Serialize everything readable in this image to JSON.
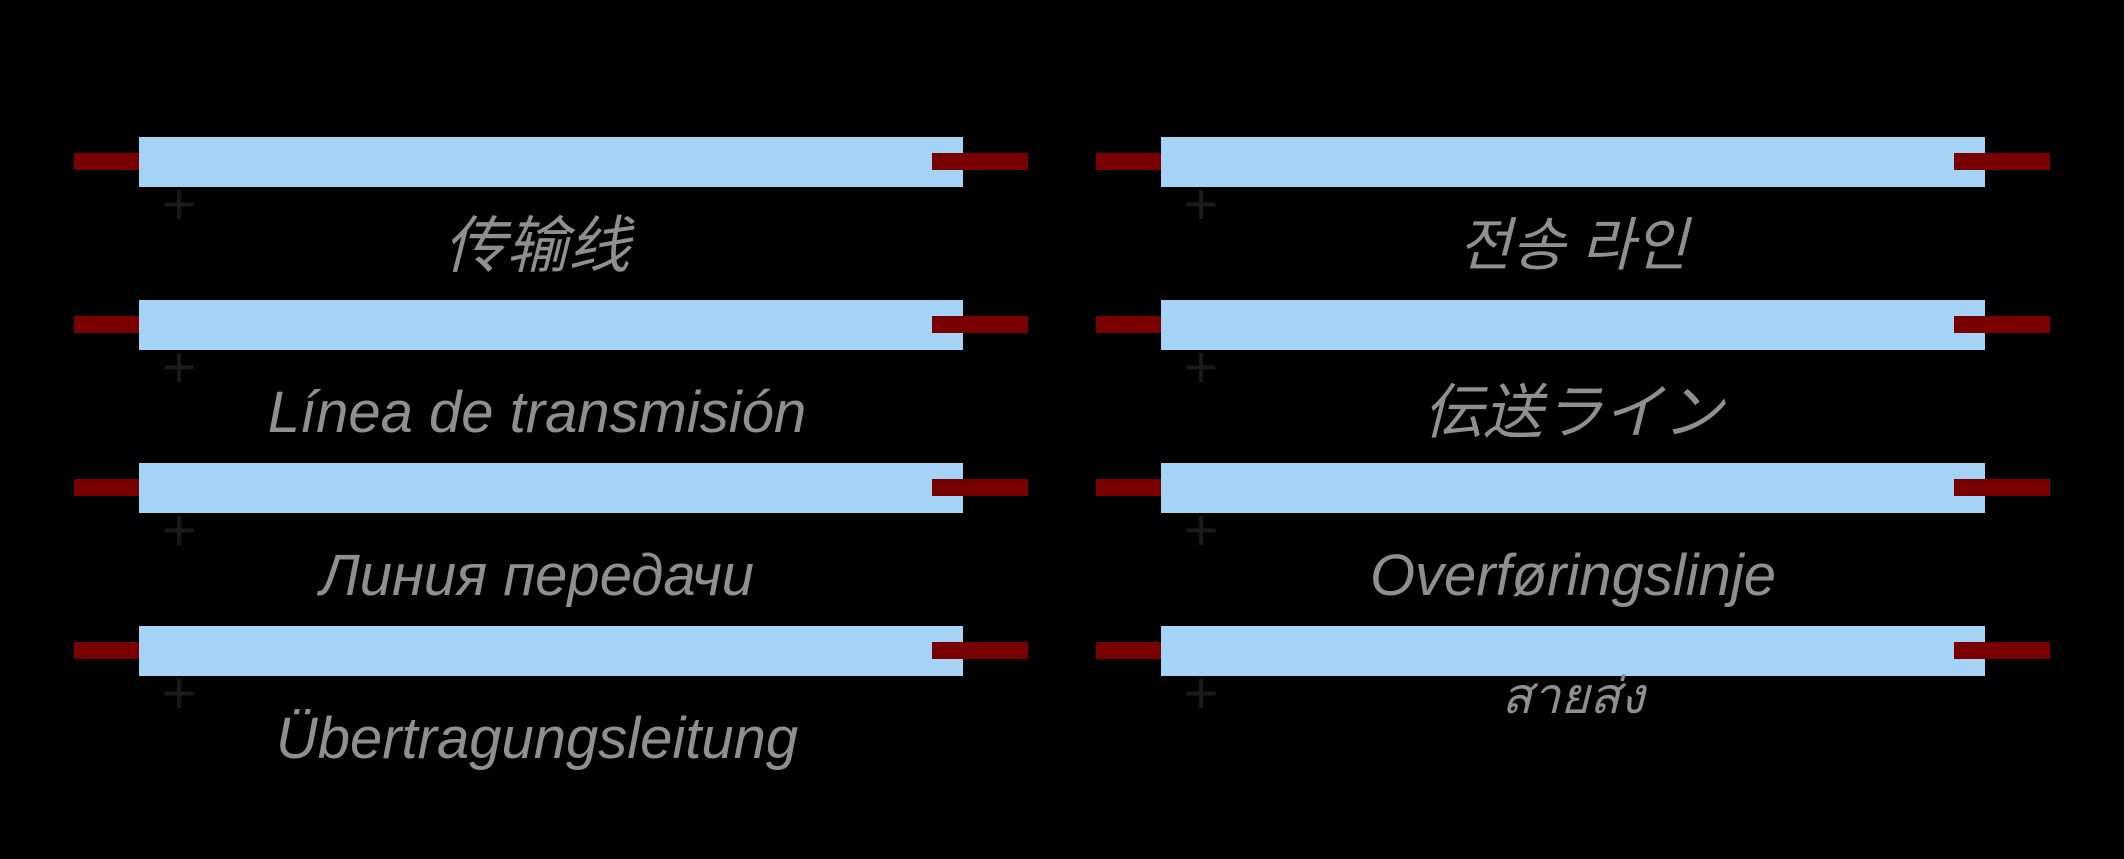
{
  "figure": {
    "title": "Transmission line schematic symbol with multilingual labels",
    "colors": {
      "background": "#000000",
      "line_fill": "#a4d3f5",
      "stub_fill": "#790000",
      "label_gray": "#8f8f8f",
      "plus_marker": "#1b1b1b"
    },
    "symbol": {
      "plus_symbol": "+"
    },
    "columns": [
      {
        "labels": [
          {
            "lang": "zh",
            "text": "传输线"
          },
          {
            "lang": "es",
            "text": "Línea de transmisión"
          },
          {
            "lang": "ru",
            "text": "Линия передачи"
          },
          {
            "lang": "de",
            "text": "Übertragungsleitung"
          }
        ]
      },
      {
        "labels": [
          {
            "lang": "ko",
            "text": "전송 라인"
          },
          {
            "lang": "ja",
            "text": "伝送ライン"
          },
          {
            "lang": "no",
            "text": "Overføringslinje"
          },
          {
            "lang": "th",
            "text": "สายส่ง"
          }
        ]
      }
    ]
  }
}
